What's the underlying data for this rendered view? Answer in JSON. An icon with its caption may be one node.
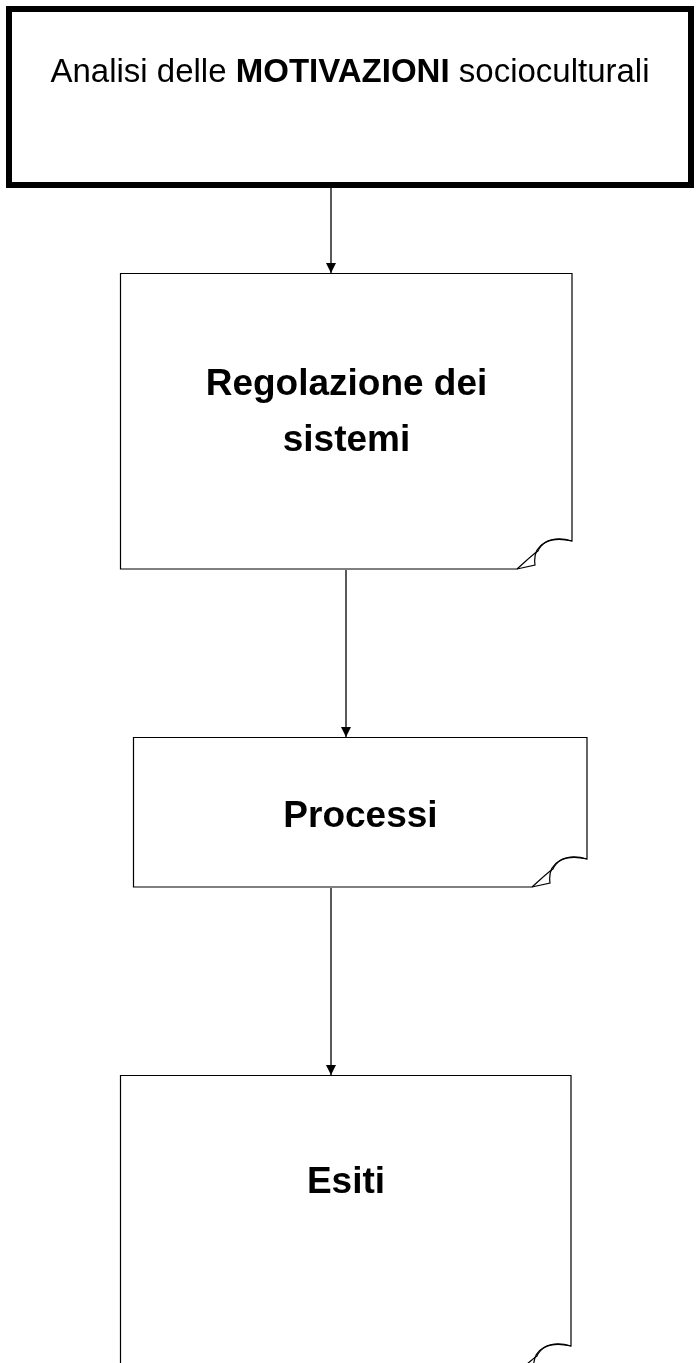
{
  "diagram": {
    "nodes": [
      {
        "text": [
          "Analisi delle **MOTIVAZIONI** socioculturali"
        ]
      },
      {
        "text": [
          "Regolazione dei sistemi"
        ]
      },
      {
        "text": [
          "Processi"
        ]
      },
      {
        "text": [
          "Esiti"
        ]
      }
    ],
    "edges": [
      {
        "from": 0,
        "to": 1,
        "arrow": "to"
      },
      {
        "from": 1,
        "to": 2,
        "arrow": "to"
      },
      {
        "from": 2,
        "to": 3,
        "arrow": "to"
      }
    ]
  }
}
